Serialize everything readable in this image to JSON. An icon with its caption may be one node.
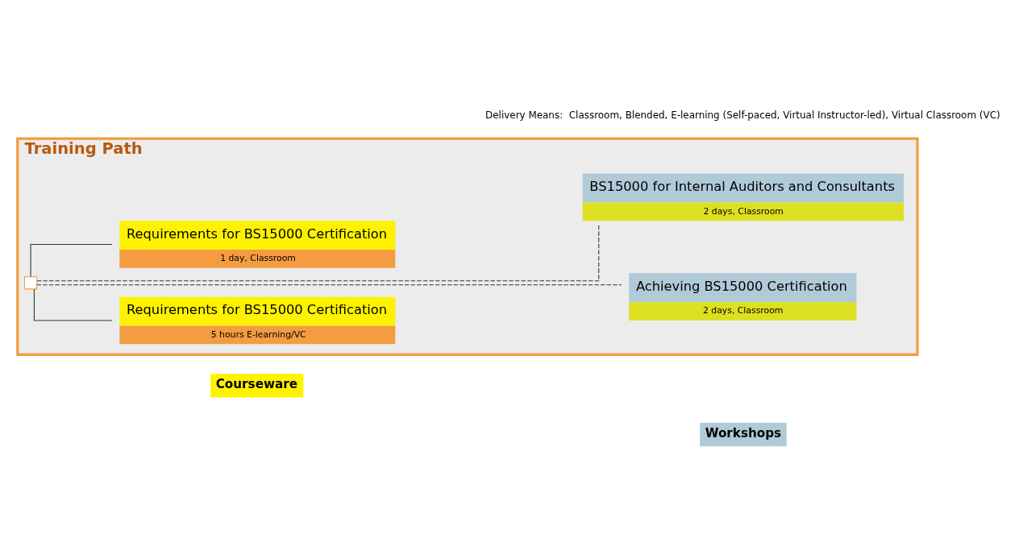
{
  "diagram": {
    "nodes": [
      {
        "text": [
          "Training Path"
        ]
      },
      {
        "text": [
          "Courseware"
        ]
      },
      {
        "text": [
          "Workshops"
        ]
      },
      {
        "text": [],
        "shape": "box",
        "in": 0
      },
      {
        "text": [
          "Requirements for BS15000 Certification",
          "5 hours E-learning/VC"
        ],
        "in": 0
      },
      {
        "text": [
          "Requirements for BS15000 Certification",
          "1 day, Classroom"
        ],
        "in": 0
      },
      {
        "text": [
          "Achieving BS15000 Certification",
          "2 days, Classroom"
        ],
        "in": 0
      },
      {
        "text": [
          "BS15000 for Internal Auditors and Consultants",
          "2 days, Classroom"
        ],
        "in": 0
      }
    ],
    "edges": [
      {
        "from": 3,
        "to": 4,
        "arrow": "none"
      },
      {
        "from": 3,
        "to": 5,
        "arrow": "none"
      },
      {
        "from": 3,
        "to": 6,
        "arrow": "none",
        "style": "dashed"
      },
      {
        "from": 3,
        "to": 7,
        "arrow": "none",
        "style": "dashed"
      }
    ],
    "labels": [
      "Delivery Means:  Classroom, Blended, E-learning (Self-paced, Virtual Instructor-led), Virtual Classroom (VC)"
    ]
  }
}
